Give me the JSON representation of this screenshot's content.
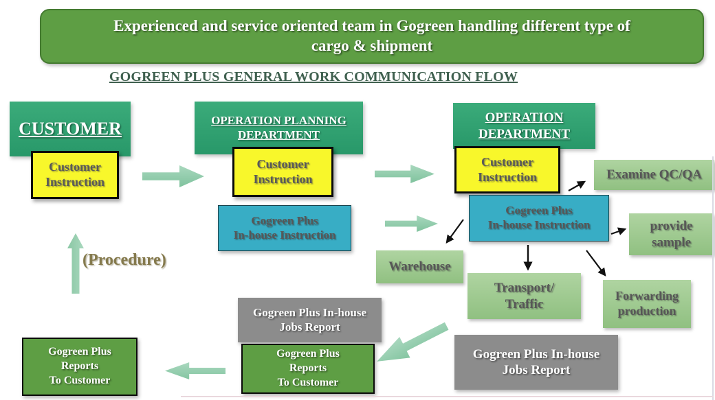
{
  "banner": {
    "text": "Experienced and service oriented team in Gogreen handling different type of\ncargo & shipment"
  },
  "page_title": "GOGREEN PLUS GENERAL WORK COMMUNICATION FLOW",
  "nodes": {
    "customer_dept": "CUSTOMER",
    "customer_instruction_1": "Customer\nInstruction",
    "planning_dept": "OPERATION PLANNING\nDEPARTMENT",
    "customer_instruction_2": "Customer\nInstruction",
    "inhouse_instruction_1": "Gogreen Plus\nIn-house Instruction",
    "operation_dept": "OPERATION\nDEPARTMENT",
    "customer_instruction_3": "Customer\nInstruction",
    "inhouse_instruction_2": "Gogreen Plus\nIn-house Instruction",
    "examine": "Examine QC/QA",
    "provide_sample": "provide\nsample",
    "warehouse": "Warehouse",
    "transport": "Transport/\nTraffic",
    "forwarding": "Forwarding\nproduction",
    "procedure": "(Procedure)",
    "jobs_report_left": "Gogreen Plus In-house\nJobs Report",
    "jobs_report_right": "Gogreen Plus In-house\nJobs Report",
    "reports_to_customer_left": "Gogreen Plus\nReports\nTo Customer",
    "reports_to_customer_mid": "Gogreen Plus\nReports\nTo Customer"
  },
  "colors": {
    "banner_green": "#5E9E44",
    "department_green": "#2DA16F",
    "instruction_yellow": "#F8F72B",
    "inhouse_blue": "#38ADC5",
    "task_light_green": "#9CC98D",
    "report_gray": "#8C8C8C",
    "report_green": "#5E9E44",
    "flow_arrow_green": "#93CCAC",
    "heading_green": "#3F604F",
    "procedure_olive": "#857A4D",
    "box_text_gray": "#595959"
  }
}
